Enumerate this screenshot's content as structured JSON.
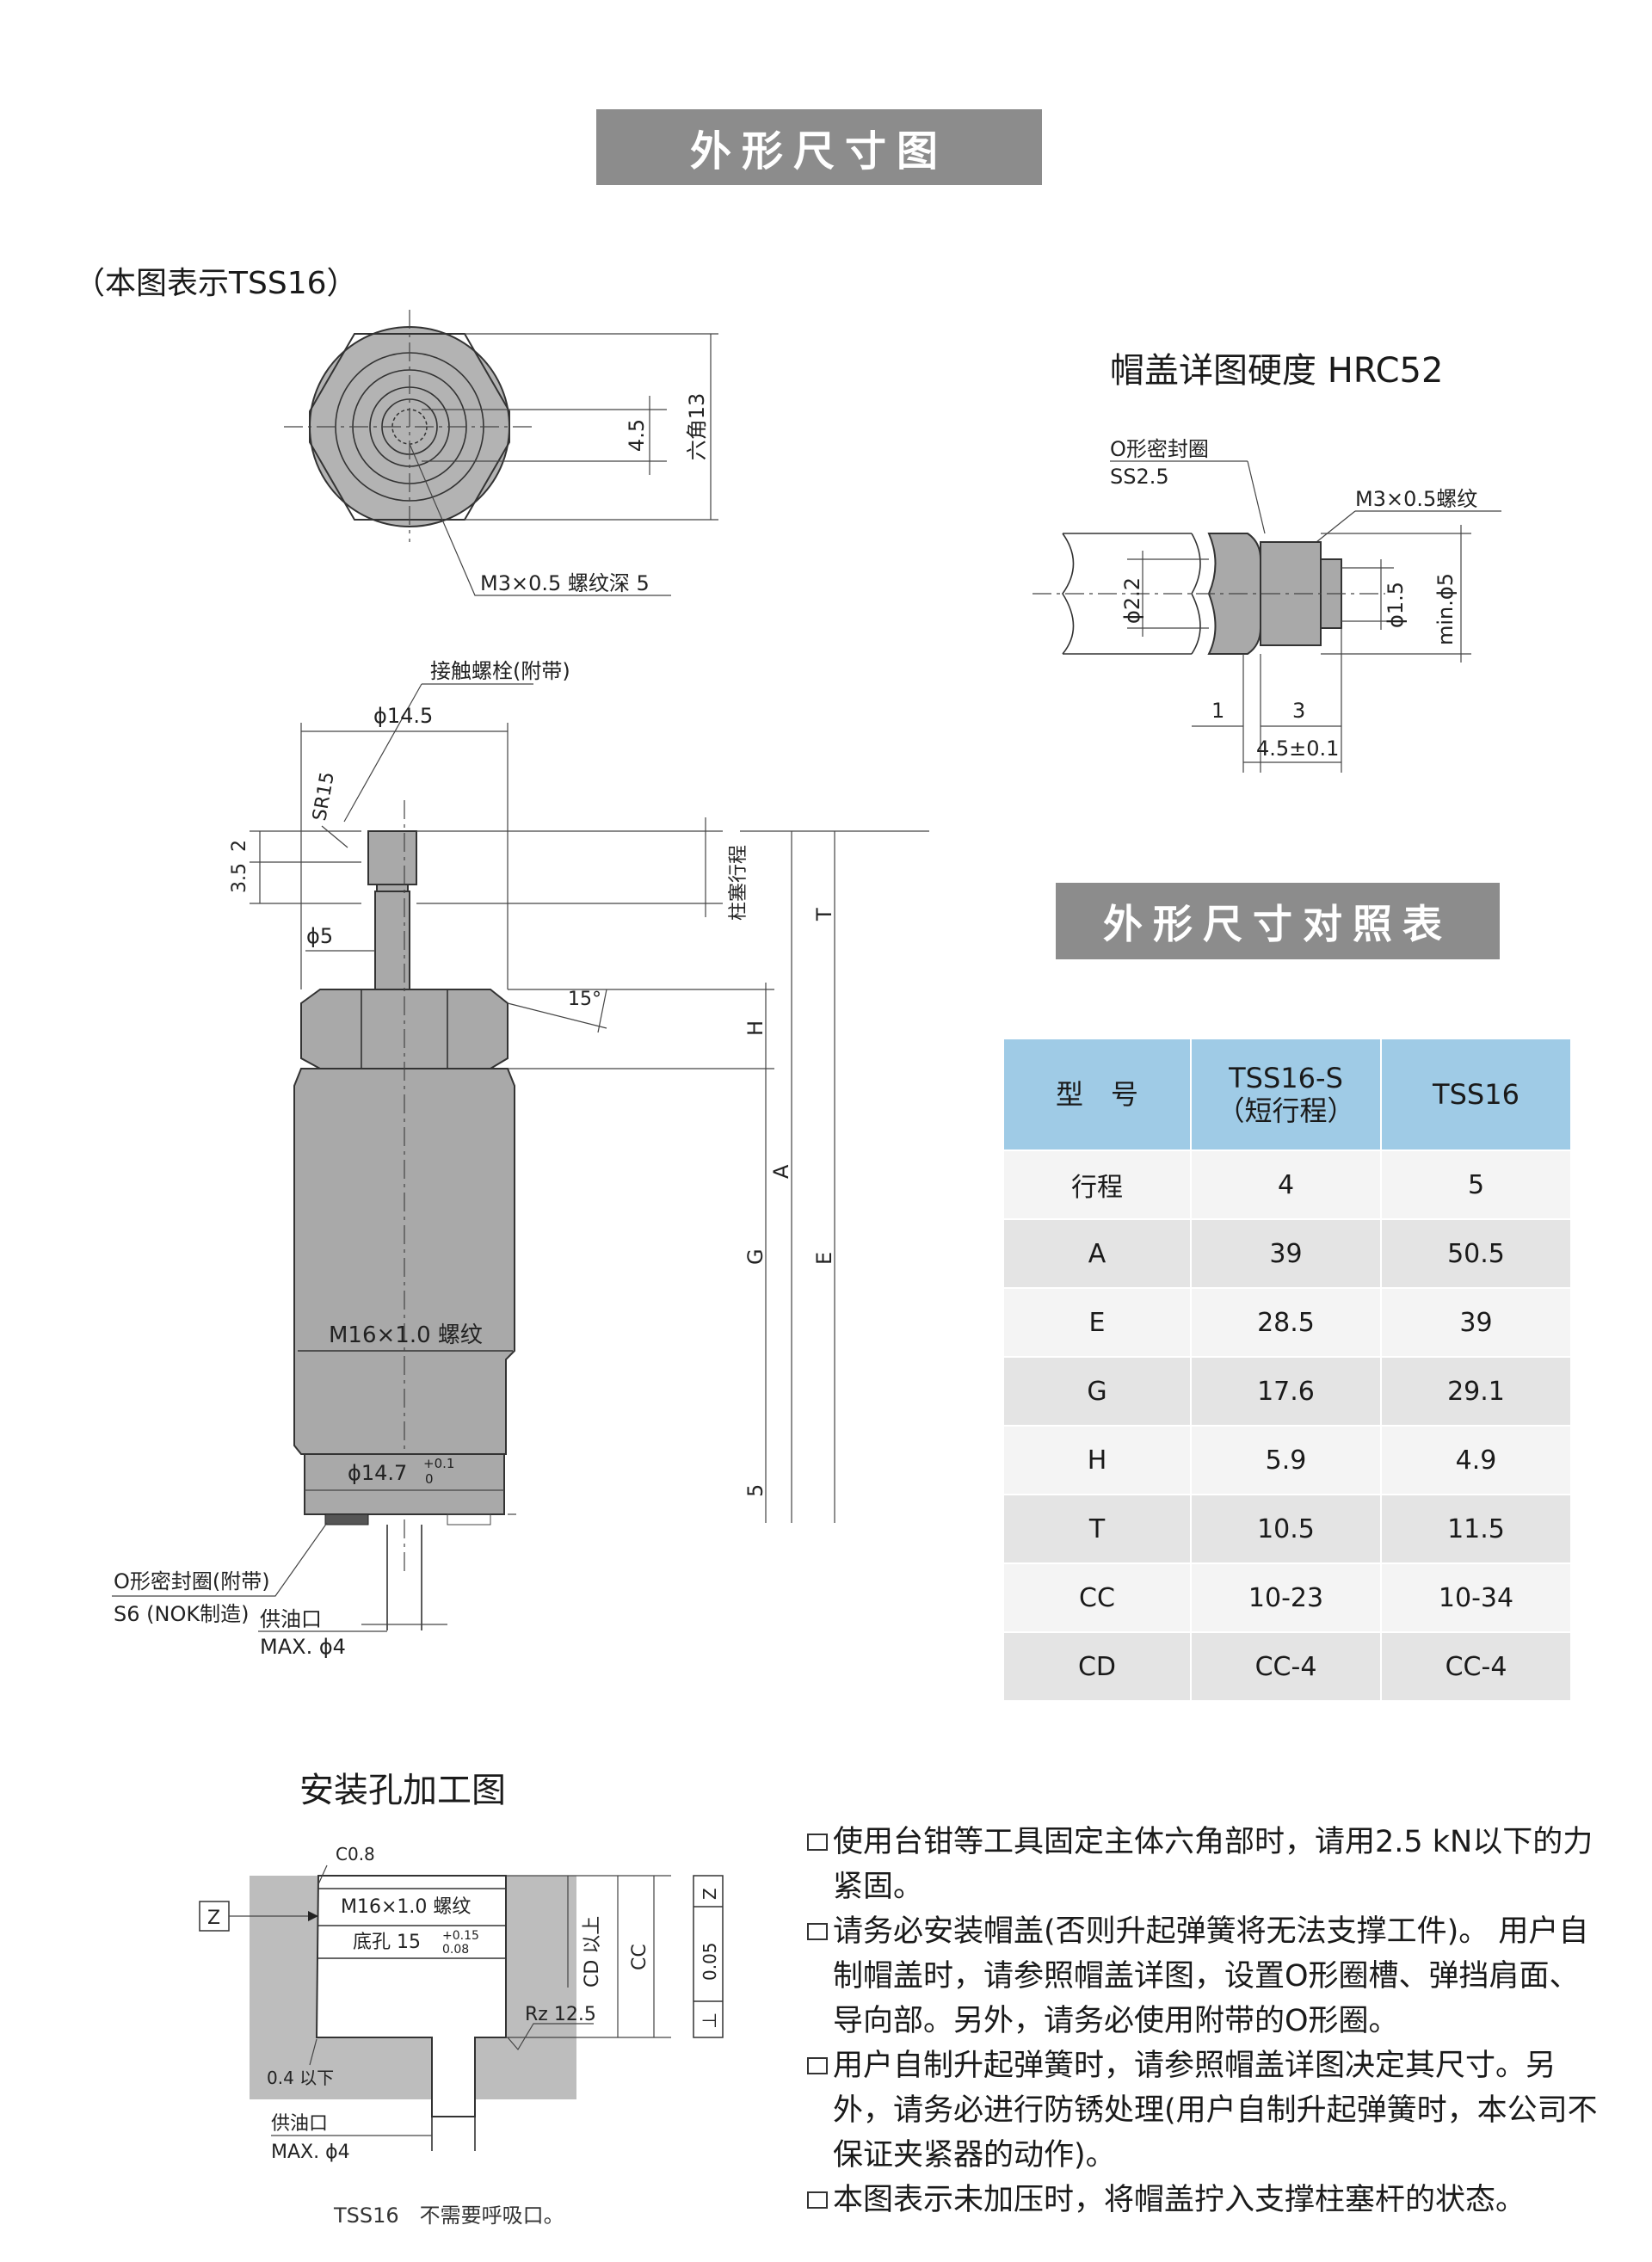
{
  "banners": {
    "top": "外形尺寸图",
    "table": "外形尺寸对照表"
  },
  "drawing_note": "（本图表示TSS16）",
  "top_view": {
    "dim_45": "4.5",
    "dim_hex": "六角13",
    "thread_label": "M3×0.5 螺纹深 5"
  },
  "side_view": {
    "contact_bolt": "接触螺栓(附带)",
    "phi145": "ϕ14.5",
    "sr15": "SR15",
    "dim2": "2",
    "dim35": "3.5",
    "plunger_stroke": "柱塞行程",
    "phi5": "ϕ5",
    "angle": "15°",
    "h": "H",
    "t": "T",
    "a": "A",
    "g": "G",
    "e": "E",
    "five": "5",
    "thread": "M16×1.0 螺纹",
    "phi147": "ϕ14.7",
    "phi147_upper": "+0.1",
    "phi147_lower": "0",
    "oring_label1": "O形密封圈(附带)",
    "oring_label2": "S6 (NOK制造)",
    "supply_label1": "供油口",
    "supply_label2": "MAX. ϕ4"
  },
  "cap_detail": {
    "title": "帽盖详图硬度  HRC52",
    "oring1": "O形密封圈",
    "oring2": "SS2.5",
    "thread": "M3×0.5螺纹",
    "phi22": "ϕ2.2",
    "phi15": "ϕ1.5",
    "min5": "min.ϕ5",
    "d1": "1",
    "d3": "3",
    "d45": "4.5±0.1"
  },
  "table": {
    "headers": [
      "型　号",
      "TSS16-S",
      "（短行程）",
      "TSS16"
    ],
    "rows": [
      [
        "行程",
        "4",
        "5"
      ],
      [
        "A",
        "39",
        "50.5"
      ],
      [
        "E",
        "28.5",
        "39"
      ],
      [
        "G",
        "17.6",
        "29.1"
      ],
      [
        "H",
        "5.9",
        "4.9"
      ],
      [
        "T",
        "10.5",
        "11.5"
      ],
      [
        "CC",
        "10-23",
        "10-34"
      ],
      [
        "CD",
        "CC-4",
        "CC-4"
      ]
    ]
  },
  "install": {
    "title": "安装孔加工图",
    "c08": "C0.8",
    "z": "Z",
    "thread": "M16×1.0 螺纹",
    "bottom_hole": "底孔 15",
    "bh_upper": "+0.15",
    "bh_lower": "0.08",
    "cd": "CD 以上",
    "cc": "CC",
    "tol": "0.05",
    "z2": "Z",
    "perp": "⊥",
    "rz": "Rz 12.5",
    "le04": "0.4 以下",
    "supply1": "供油口",
    "supply2": "MAX. ϕ4",
    "tss_note": "TSS16　不需要呼吸口。"
  },
  "notes": [
    "使用台钳等工具固定主体六角部时，请用2.5  kN以下的力紧固。",
    "请务必安装帽盖(否则升起弹簧将无法支撑工件)。  用户自制帽盖时，请参照帽盖详图，设置O形圈槽、弹挡肩面、导向部。另外，请务必使用附带的O形圈。",
    "用户自制升起弹簧时，请参照帽盖详图决定其尺寸。另外，请务必进行防锈处理(用户自制升起弹簧时，本公司不保证夹紧器的动作)。",
    "本图表示未加压时，将帽盖拧入支撑柱塞杆的状态。"
  ]
}
